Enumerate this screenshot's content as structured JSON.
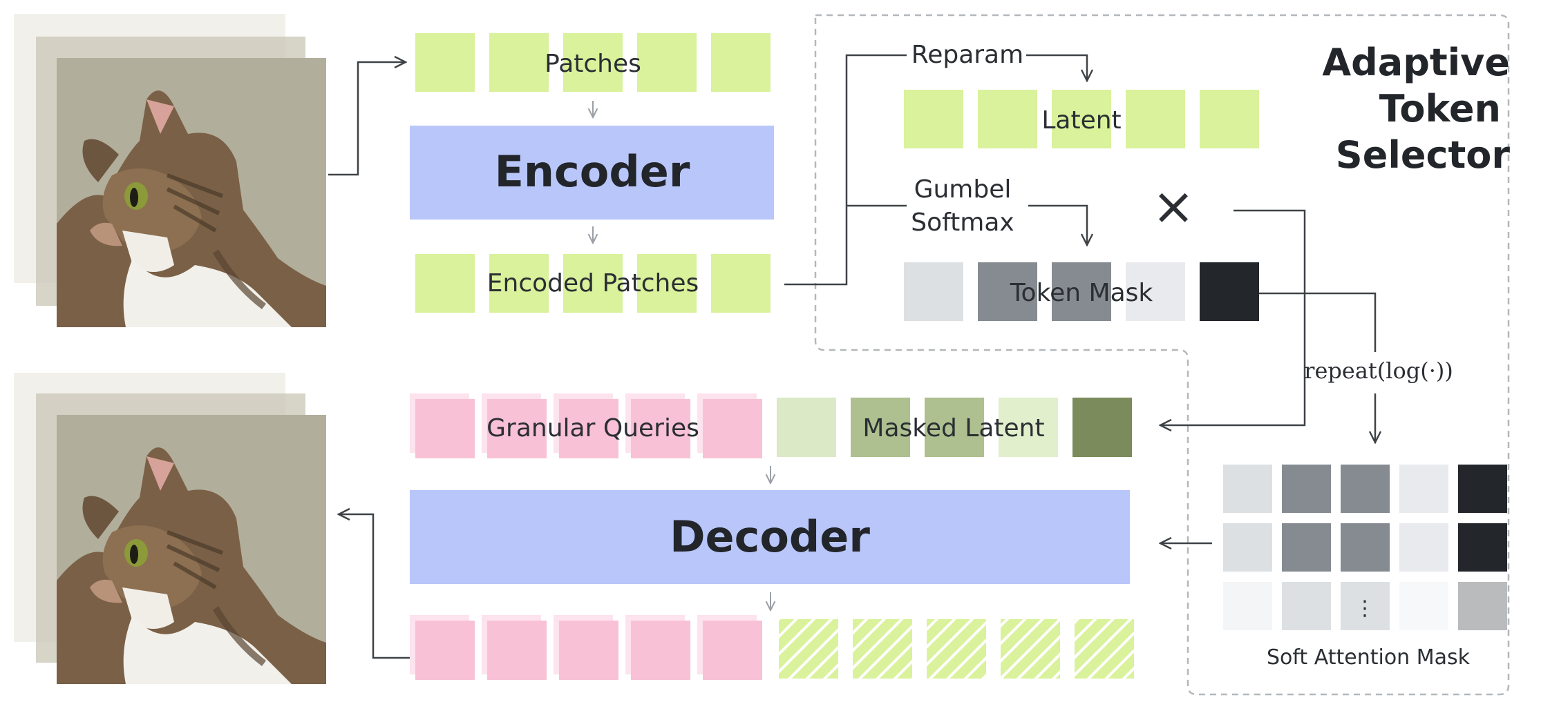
{
  "colors": {
    "patch_green": "#d9f29b",
    "block_blue": "#b9c6fa",
    "query_pink": "#f8c1d6",
    "line_gray": "#3e4246",
    "light_arrow": "#9aa0a6",
    "dashed_border": "#b3b7bb",
    "mask_levels": [
      "#dde0e3",
      "#858b91",
      "#858b91",
      "#e8eaed",
      "#23262a"
    ],
    "masked_latent_levels": [
      "#dbe9c6",
      "#aebf90",
      "#aebf90",
      "#e2efcc",
      "#7b8b5b"
    ]
  },
  "labels": {
    "patches": "Patches",
    "encoder": "Encoder",
    "encoded_patches": "Encoded Patches",
    "reparam": "Reparam",
    "latent": "Latent",
    "gumbel_line1": "Gumbel",
    "gumbel_line2": "Softmax",
    "multiply_symbol": "×",
    "token_mask": "Token Mask",
    "selector_line1": "Adaptive",
    "selector_line2": "Token",
    "selector_line3": "Selector",
    "repeat_formula": "repeat(log(·))",
    "granular_queries": "Granular Queries",
    "masked_latent": "Masked Latent",
    "decoder": "Decoder",
    "soft_attention_mask": "Soft Attention Mask",
    "ellipsis": "⋮"
  },
  "soft_attention_grid": [
    [
      "#dde0e3",
      "#858b91",
      "#858b91",
      "#e8eaed",
      "#23262a"
    ],
    [
      "#dde0e3",
      "#858b91",
      "#858b91",
      "#e8eaed",
      "#23262a"
    ],
    [
      "#f4f5f6",
      "#dde0e3",
      "#dde0e3",
      "#f7f8f9",
      "#b9bbbd"
    ]
  ],
  "icons": {
    "input_image": "cat-image-stack-icon",
    "output_image": "cat-image-stack-icon"
  }
}
